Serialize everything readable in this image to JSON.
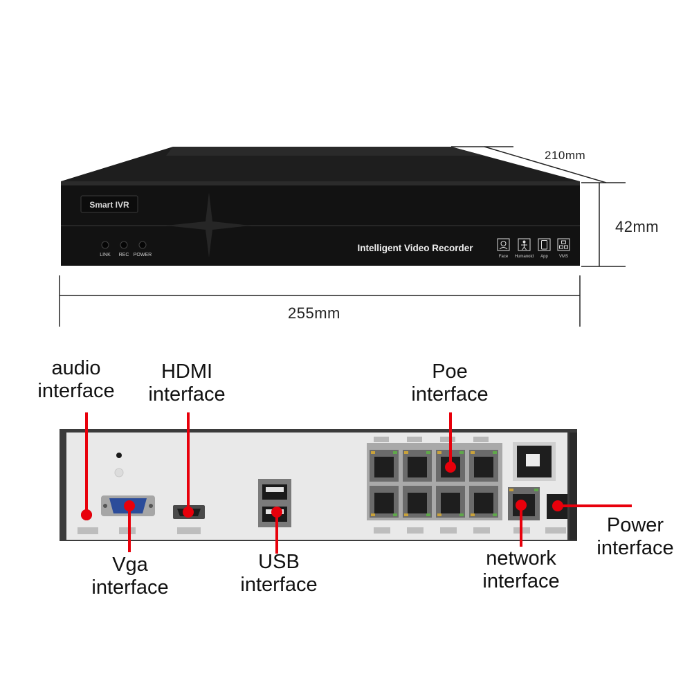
{
  "colors": {
    "callout": "#e8000b",
    "dimension_line": "#222222",
    "chassis": "#151515",
    "rear_panel": "#e9e9e9"
  },
  "front_panel": {
    "badge": "Smart IVR",
    "indicators": [
      "LINK",
      "REC",
      "POWER"
    ],
    "product_text": "Intelligent Video Recorder",
    "feature_icons": [
      {
        "icon": "face-icon",
        "label": "Face"
      },
      {
        "icon": "humanoid-icon",
        "label": "Humanoid"
      },
      {
        "icon": "app-icon",
        "label": "App"
      },
      {
        "icon": "vms-icon",
        "label": "VMS"
      }
    ]
  },
  "dimensions": {
    "depth": "210mm",
    "height": "42mm",
    "width": "255mm"
  },
  "callouts": {
    "audio": {
      "line1": "audio",
      "line2": "interface"
    },
    "hdmi": {
      "line1": "HDMI",
      "line2": "interface"
    },
    "poe": {
      "line1": "Poe",
      "line2": "interface"
    },
    "vga": {
      "line1": "Vga",
      "line2": "interface"
    },
    "usb": {
      "line1": "USB",
      "line2": "interface"
    },
    "network": {
      "line1": "network",
      "line2": "interface"
    },
    "power": {
      "line1": "Power",
      "line2": "interface"
    }
  }
}
